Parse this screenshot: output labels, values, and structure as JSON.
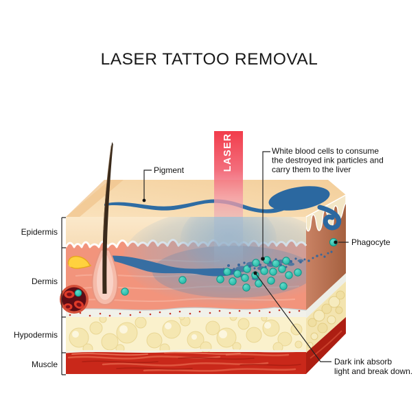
{
  "header": {
    "title": "LASER TATTOO REMOVAL"
  },
  "laser": {
    "label": "LASER"
  },
  "layer_labels": {
    "epidermis": "Epidermis",
    "dermis": "Dermis",
    "hypodermis": "Hypodermis",
    "muscle": "Muscle"
  },
  "annotations": {
    "pigment": {
      "label": "Pigment"
    },
    "white_blood_cells": {
      "line1": "White blood cells to consume",
      "line2": "the destroyed ink particles and",
      "line3": "carry them to the liver"
    },
    "phagocyte": {
      "label": "Phagocyte"
    },
    "dark_ink": {
      "line1": "Dark ink absorb",
      "line2": "light and break down."
    }
  },
  "colors": {
    "laser_red": "#F23C4B",
    "pigment_blue": "#2E6CA3",
    "epidermis_cream": "#FAE6C2",
    "dermis_salmon": "#F2947C",
    "top_face_peach": "#F6D8A9",
    "hypodermis_yellow": "#FAF1CC",
    "muscle_red": "#C9281A",
    "side_face_brown": "#C47C5F",
    "cell_teal": "#24C0AE",
    "text_color": "#1A1A1A"
  }
}
